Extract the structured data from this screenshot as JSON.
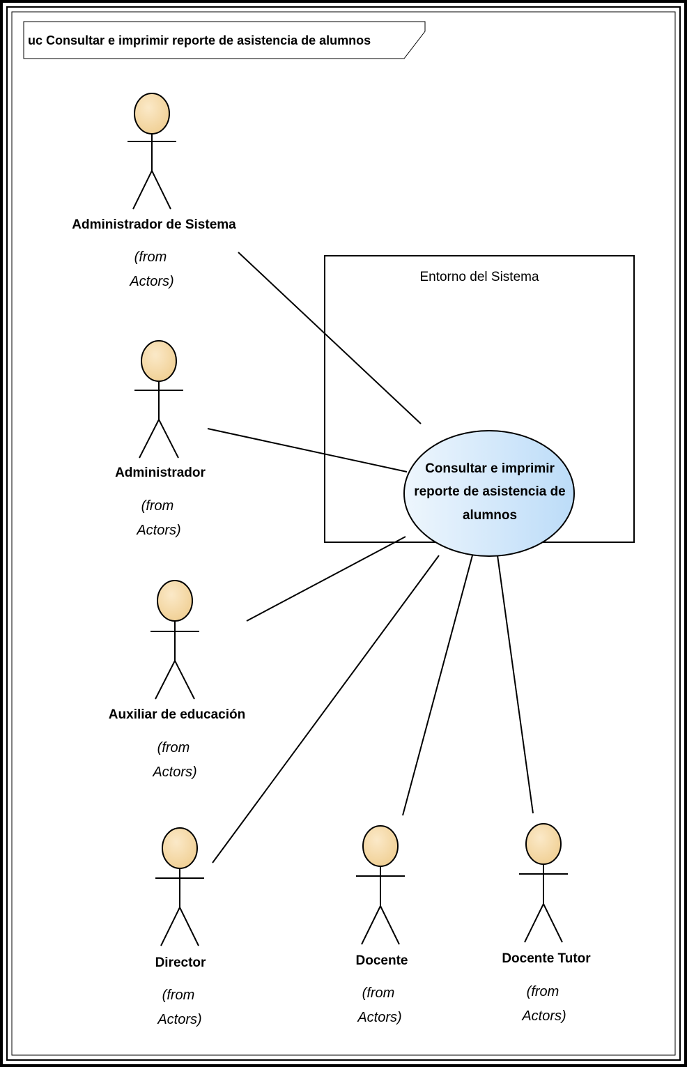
{
  "diagram": {
    "frame_title": "uc Consultar e imprimir reporte de asistencia de alumnos",
    "boundary_label": "Entorno del Sistema",
    "use_case": {
      "lines": [
        "Consultar e imprimir",
        "reporte de asistencia de",
        "alumnos"
      ]
    },
    "colors": {
      "actor_head": "#f6d9a6",
      "use_case_fill": "#cfe6fb"
    },
    "actors": [
      {
        "name": "Administrador de Sistema",
        "from_line1": "(from",
        "from_line2": "Actors)"
      },
      {
        "name": "Administrador",
        "from_line1": "(from",
        "from_line2": "Actors)"
      },
      {
        "name": "Auxiliar de educación",
        "from_line1": "(from",
        "from_line2": "Actors)"
      },
      {
        "name": "Director",
        "from_line1": "(from",
        "from_line2": "Actors)"
      },
      {
        "name": "Docente",
        "from_line1": "(from",
        "from_line2": "Actors)"
      },
      {
        "name": "Docente Tutor",
        "from_line1": "(from",
        "from_line2": "Actors)"
      }
    ]
  }
}
